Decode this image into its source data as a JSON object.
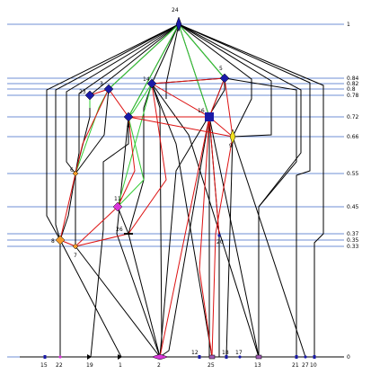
{
  "levels": [
    {
      "value": 1,
      "label": "1"
    },
    {
      "value": 0.84,
      "label": "0.84"
    },
    {
      "value": 0.82,
      "label": "0.82"
    },
    {
      "value": 0.8,
      "label": "0.8"
    },
    {
      "value": 0.78,
      "label": "0.78"
    },
    {
      "value": 0.72,
      "label": "0.72"
    },
    {
      "value": 0.66,
      "label": "0.66"
    },
    {
      "value": 0.55,
      "label": "0.55"
    },
    {
      "value": 0.45,
      "label": "0.45"
    },
    {
      "value": 0.37,
      "label": "0.37"
    },
    {
      "value": 0.35,
      "label": "0.35"
    },
    {
      "value": 0.33,
      "label": "0.33"
    },
    {
      "value": 0,
      "label": "0"
    }
  ],
  "colors": {
    "black_edge": "#000000",
    "green_edge": "#33cc33",
    "red_edge": "#dd1111",
    "level_line": "#6f8fd6",
    "node_blue": "#1a1aa8",
    "node_orange": "#f39a2a",
    "node_magenta": "#d936d9",
    "node_yellow": "#f2e020",
    "node_purple": "#a05ab4"
  },
  "nodes": [
    {
      "id": "24",
      "label": "24",
      "shape": "diamond-tall",
      "color": "node_blue"
    },
    {
      "id": "5",
      "label": "5",
      "shape": "diamond",
      "color": "node_blue"
    },
    {
      "id": "14",
      "label": "14",
      "shape": "diamond",
      "color": "node_blue"
    },
    {
      "id": "3",
      "label": "3",
      "shape": "diamond",
      "color": "node_blue"
    },
    {
      "id": "23",
      "label": "23",
      "shape": "diamond",
      "color": "node_blue"
    },
    {
      "id": "16",
      "label": "16",
      "shape": "square",
      "color": "node_blue"
    },
    {
      "id": "4",
      "label": "4",
      "shape": "diamond",
      "color": "node_blue"
    },
    {
      "id": "9",
      "label": "9",
      "shape": "diamond-tall",
      "color": "node_yellow"
    },
    {
      "id": "6",
      "label": "6",
      "shape": "diamond-small",
      "color": "node_orange"
    },
    {
      "id": "11",
      "label": "11",
      "shape": "diamond",
      "color": "node_magenta"
    },
    {
      "id": "26",
      "label": "26",
      "shape": "bar",
      "color": "black_edge"
    },
    {
      "id": "20",
      "label": "20",
      "shape": "dot",
      "color": "node_blue"
    },
    {
      "id": "8",
      "label": "8",
      "shape": "diamond",
      "color": "node_orange"
    },
    {
      "id": "7",
      "label": "7",
      "shape": "diamond-small",
      "color": "node_orange"
    },
    {
      "id": "15",
      "label": "15",
      "shape": "small-rect",
      "color": "node_blue"
    },
    {
      "id": "22",
      "label": "22",
      "shape": "dot",
      "color": "node_magenta"
    },
    {
      "id": "19",
      "label": "19",
      "shape": "arrow-right",
      "color": "black_edge"
    },
    {
      "id": "1",
      "label": "1",
      "shape": "arrow-right",
      "color": "black_edge"
    },
    {
      "id": "2",
      "label": "2",
      "shape": "wide-diamond",
      "color": "node_magenta"
    },
    {
      "id": "12",
      "label": "12",
      "shape": "small-rect",
      "color": "node_blue"
    },
    {
      "id": "25",
      "label": "25",
      "shape": "rect",
      "color": "node_purple"
    },
    {
      "id": "18",
      "label": "18",
      "shape": "small-rect",
      "color": "node_blue"
    },
    {
      "id": "17",
      "label": "17",
      "shape": "dot",
      "color": "node_blue"
    },
    {
      "id": "13",
      "label": "13",
      "shape": "rect",
      "color": "node_purple"
    },
    {
      "id": "21",
      "label": "21",
      "shape": "small-rect",
      "color": "node_blue"
    },
    {
      "id": "27",
      "label": "27",
      "shape": "dot",
      "color": "node_blue"
    },
    {
      "id": "10",
      "label": "10",
      "shape": "small-rect",
      "color": "node_blue"
    }
  ]
}
